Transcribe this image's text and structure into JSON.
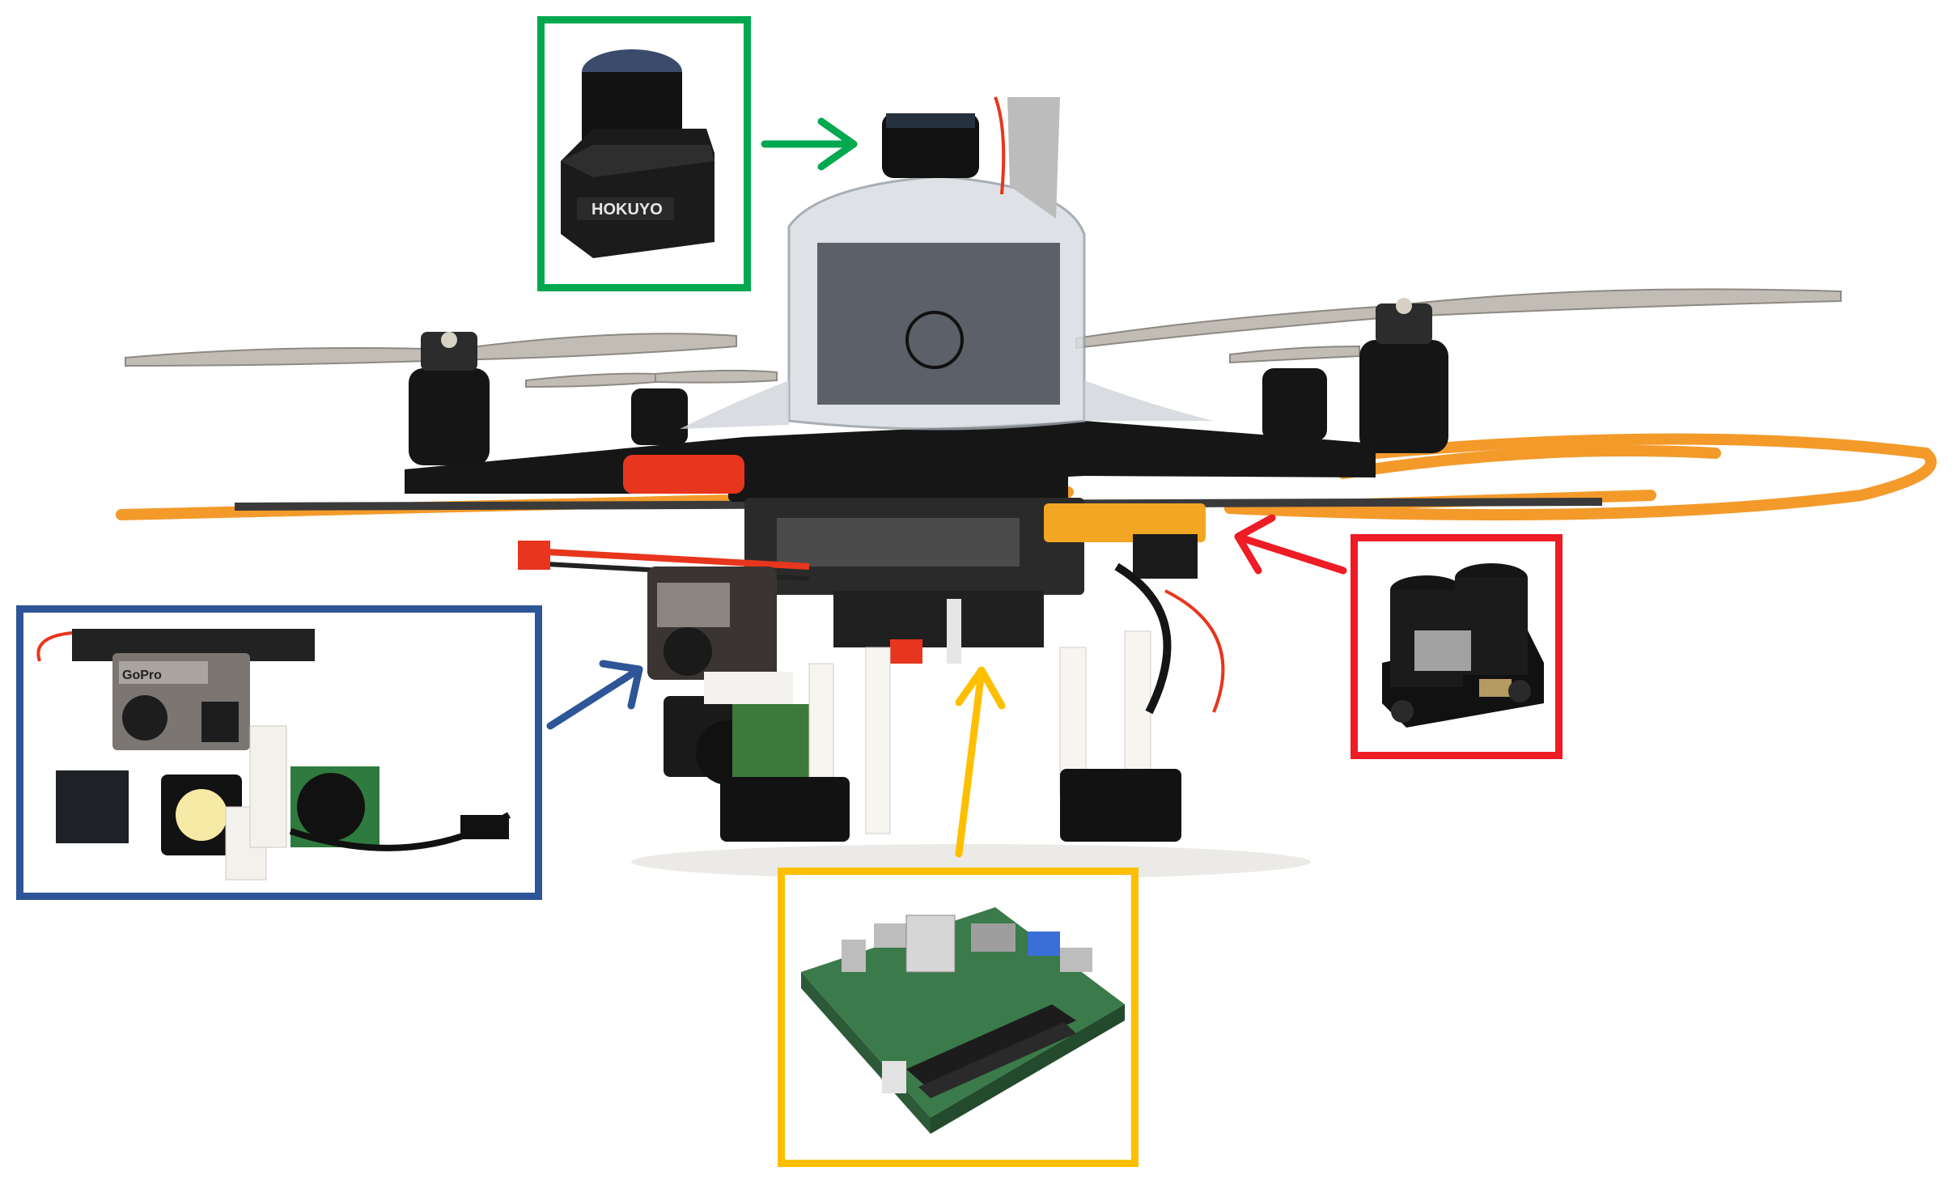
{
  "callouts": {
    "lidar": {
      "name": "lidar-sensor",
      "brand_label": "HOKUYO",
      "border_color": "#00a84f",
      "arrow_color": "#00a84f"
    },
    "rangefinder": {
      "name": "laser-rangefinder",
      "border_color": "#ee1c25",
      "arrow_color": "#ee1c25"
    },
    "camera": {
      "name": "camera-and-light-module",
      "camera_brand": "GoPro",
      "border_color": "#2e5597",
      "arrow_color": "#2e5597"
    },
    "computer": {
      "name": "onboard-computer",
      "border_color": "#fdbf00",
      "arrow_color": "#fdbf00"
    }
  },
  "drone": {
    "frame_color": "#111111",
    "guard_color": "#f39a2b",
    "propeller_color": "#b8b4ad",
    "battery_color": "#e8351d",
    "arms": 4,
    "propellers": 4,
    "icons": [
      "propeller-icon",
      "motor-icon",
      "prop-guard-icon",
      "battery-icon",
      "landing-foot-icon"
    ]
  }
}
